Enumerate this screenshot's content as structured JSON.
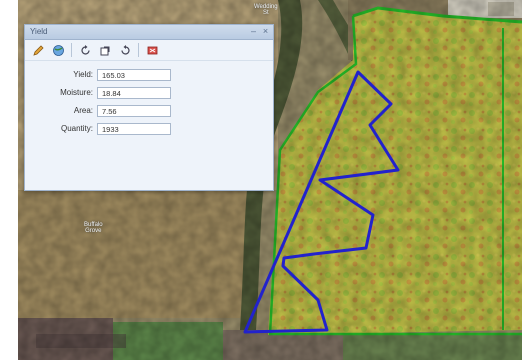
{
  "window": {
    "title": "Yield"
  },
  "toolbar": {
    "icons": [
      "pencil-icon",
      "globe-icon",
      "rotate-icon",
      "layer-copy-icon",
      "refresh-icon",
      "remove-icon"
    ]
  },
  "fields": [
    {
      "label": "Yield:",
      "value": "165.03"
    },
    {
      "label": "Moisture:",
      "value": "18.84"
    },
    {
      "label": "Area:",
      "value": "7.56"
    },
    {
      "label": "Quantity:",
      "value": "1933"
    }
  ],
  "map": {
    "boundary_color": "#2222cc",
    "field_edge_color": "#27c22a",
    "labels": [
      "Buffalo\nGrove",
      "Wedding\nSt"
    ]
  }
}
